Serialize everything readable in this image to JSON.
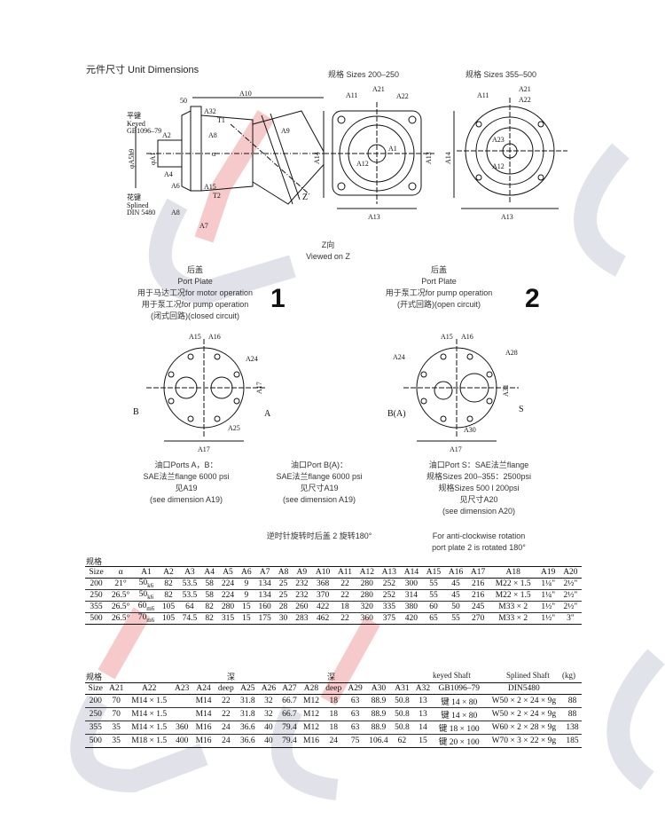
{
  "title": "元件尺寸  Unit Dimensions",
  "views": {
    "sizes_small": "规格 Sizes 200–250",
    "sizes_large": "规格 Sizes 355–500",
    "z_cn": "Z向",
    "z_en": "Viewed on Z"
  },
  "side_labels": [
    "平键",
    "Keyed",
    "GB1096–79",
    "花键",
    "Splined",
    "DIN 5480",
    "A10",
    "50",
    "A32",
    "T1",
    "A9",
    "A2",
    "A8",
    "α",
    "φA5h9",
    "φA1",
    "A4",
    "A15",
    "T2",
    "Z",
    "A6",
    "A8",
    "A7"
  ],
  "flange_labels": [
    "A11",
    "A21",
    "A22",
    "A14",
    "A13",
    "A13",
    "A12",
    "A1"
  ],
  "round_labels": [
    "A11",
    "A21",
    "A22",
    "A14",
    "A13",
    "A23",
    "A12"
  ],
  "port1": {
    "title_cn": "后盖",
    "title_en": "Port Plate",
    "line1": "用于马达工况for motor operation",
    "line2": "用于泵工况for pump operation",
    "line3": "(闭式回路)(closed circuit)",
    "number": "1",
    "labels": [
      "A15",
      "A16",
      "A24",
      "A17",
      "B",
      "A",
      "A25",
      "A17"
    ],
    "note": [
      "油口Ports A，B：",
      "SAE法兰flange 6000 psi",
      "见A19",
      "(see dimension A19)"
    ]
  },
  "port2": {
    "title_cn": "后盖",
    "title_en": "Port Plate",
    "line1": "用于泵工况for pump operation",
    "line2": "(开式回路)(open circuit)",
    "number": "2",
    "labels": [
      "A15",
      "A16",
      "A24",
      "A28",
      "A31",
      "B(A)",
      "S",
      "A30",
      "A17"
    ],
    "note_b": [
      "油口Port B(A)：",
      "SAE法兰flange 6000 psi",
      "见尺寸A19",
      "(see dimension A19)"
    ],
    "note_s": [
      "油口Port S：SAE法兰flange",
      "规格Sizes 200–355：2500psi",
      "规格Sizes 500 l 200psi",
      "见尺寸A20",
      "(see dimension A20)"
    ]
  },
  "rotation_cn": "逆时针旋转时后盖 2 旋转180°",
  "rotation_en": [
    "For anti-clockwise rotation",
    "port plate 2 is rotated 180°"
  ],
  "table1": {
    "caption": "规格",
    "headers": [
      "Size",
      "α",
      "A1",
      "A2",
      "A3",
      "A4",
      "A5",
      "A6",
      "A7",
      "A8",
      "A9",
      "A10",
      "A11",
      "A12",
      "A13",
      "A14",
      "A15",
      "A16",
      "A17",
      "A18",
      "A19",
      "A20"
    ],
    "rows": [
      [
        "200",
        "21°",
        "50k6",
        "82",
        "53.5",
        "58",
        "224",
        "9",
        "134",
        "25",
        "232",
        "368",
        "22",
        "280",
        "252",
        "300",
        "55",
        "45",
        "216",
        "M22 × 1.5",
        "1¼\"",
        "2½\""
      ],
      [
        "250",
        "26.5°",
        "50k6",
        "82",
        "53.5",
        "58",
        "224",
        "9",
        "134",
        "25",
        "232",
        "370",
        "22",
        "280",
        "252",
        "314",
        "55",
        "45",
        "216",
        "M22 × 1.5",
        "1¼\"",
        "2½\""
      ],
      [
        "355",
        "26.5°",
        "60m6",
        "105",
        "64",
        "82",
        "280",
        "15",
        "160",
        "28",
        "260",
        "422",
        "18",
        "320",
        "335",
        "380",
        "60",
        "50",
        "245",
        "M33 × 2",
        "1½\"",
        "2½\""
      ],
      [
        "500",
        "26.5°",
        "70m6",
        "105",
        "74.5",
        "82",
        "315",
        "15",
        "175",
        "30",
        "283",
        "462",
        "22",
        "360",
        "375",
        "420",
        "65",
        "55",
        "270",
        "M33 × 2",
        "1½\"",
        "3\""
      ]
    ]
  },
  "table2": {
    "caption": "规格",
    "deep_cn": "深",
    "deep_cn2": "深",
    "keyed": "keyed Shaft",
    "splined": "Splined Shaft",
    "kg": "(kg)",
    "headers": [
      "Size",
      "A21",
      "A22",
      "A23",
      "A24",
      "deep",
      "A25",
      "A26",
      "A27",
      "A28",
      "deep",
      "A29",
      "A30",
      "A31",
      "A32",
      "GB1096–79",
      "DIN5480",
      ""
    ],
    "rows": [
      [
        "200",
        "70",
        "M14 × 1.5",
        "",
        "M14",
        "22",
        "31.8",
        "32",
        "66.7",
        "M12",
        "18",
        "63",
        "88.9",
        "50.8",
        "13",
        "键 14 × 80",
        "W50 × 2 × 24 × 9g",
        "88"
      ],
      [
        "250",
        "70",
        "M14 × 1.5",
        "",
        "M14",
        "22",
        "31.8",
        "32",
        "66.7",
        "M12",
        "18",
        "63",
        "88.9",
        "50.8",
        "13",
        "键 14 × 80",
        "W50 × 2 × 24 × 9g",
        "88"
      ],
      [
        "355",
        "35",
        "M14 × 1.5",
        "360",
        "M16",
        "24",
        "36.6",
        "40",
        "79.4",
        "M12",
        "18",
        "63",
        "88.9",
        "50.8",
        "14",
        "键 18 × 100",
        "W60 × 2 × 28 × 9g",
        "138"
      ],
      [
        "500",
        "35",
        "M18 × 1.5",
        "400",
        "M16",
        "24",
        "36.6",
        "40",
        "79.4",
        "M16",
        "24",
        "75",
        "106.4",
        "62",
        "15",
        "键 20 × 100",
        "W70 × 3 × 22 × 9g",
        "185"
      ]
    ]
  },
  "colors": {
    "watermark_gray": "#c9ccd8",
    "watermark_red": "#f0a0a0",
    "line": "#111111"
  }
}
